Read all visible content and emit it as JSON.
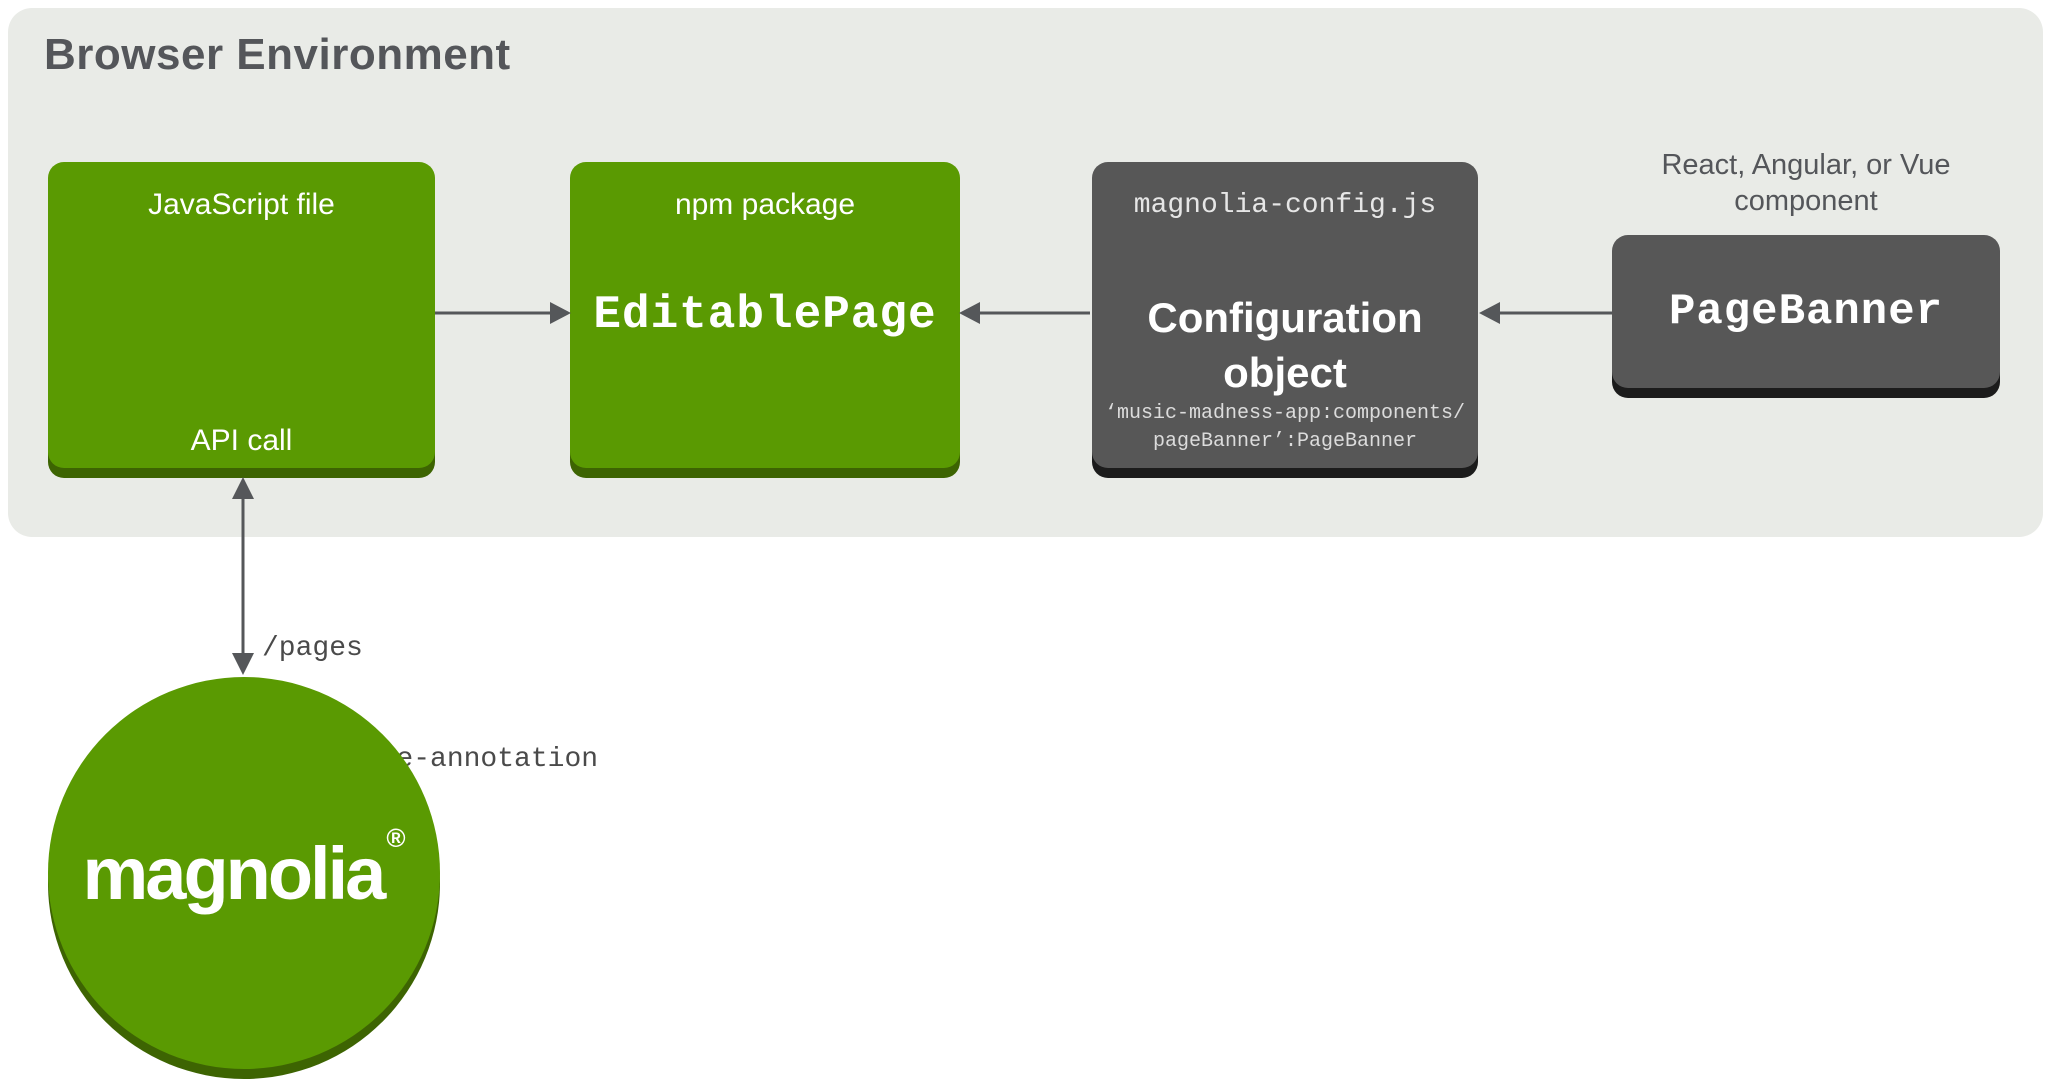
{
  "env": {
    "title": "Browser Environment"
  },
  "boxes": {
    "javascript_file": {
      "top_label": "JavaScript file",
      "bottom_label": "API call"
    },
    "npm_package": {
      "top_label": "npm package",
      "code_label": "EditablePage"
    },
    "config": {
      "file_label": "magnolia-config.js",
      "title": "Configuration object",
      "code_line1": "‘music-madness-app:components/",
      "code_line2": "pageBanner’:PageBanner"
    },
    "page_banner": {
      "caption": "React, Angular, or Vue component",
      "code_label": "PageBanner"
    }
  },
  "api_paths": {
    "line1": "/pages",
    "line2": "/template-annotation"
  },
  "logo": {
    "wordmark": "magnolia",
    "registered": "®"
  },
  "colors": {
    "green": "#5A9A02",
    "green_shadow": "#3D6402",
    "dark": "#575757",
    "dark_shadow": "#1C1C1C",
    "panel": "#E9EBE7",
    "ink": "#54565A",
    "arrow": "#55575A"
  }
}
